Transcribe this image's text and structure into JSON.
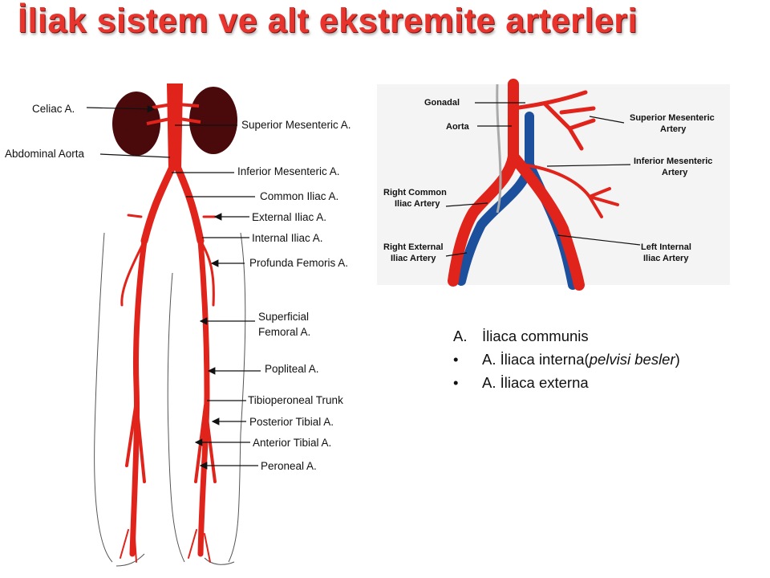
{
  "title": "İliak sistem ve alt ekstremite arterleri",
  "left_diagram": {
    "labels": {
      "celiac": "Celiac A.",
      "superior_mesenteric": "Superior Mesenteric A.",
      "abdominal_aorta": "Abdominal Aorta",
      "inferior_mesenteric": "Inferior Mesenteric A.",
      "common_iliac": "Common Iliac A.",
      "external_iliac": "External Iliac A.",
      "internal_iliac": "Internal Iliac A.",
      "profunda_femoris": "Profunda Femoris A.",
      "superficial_femoral_1": "Superficial",
      "superficial_femoral_2": "Femoral A.",
      "popliteal": "Popliteal A.",
      "tibioperoneal": "Tibioperoneal Trunk",
      "posterior_tibial": "Posterior Tibial A.",
      "anterior_tibial": "Anterior Tibial A.",
      "peroneal": "Peroneal A."
    }
  },
  "right_diagram": {
    "labels": {
      "gonadal": "Gonadal",
      "aorta": "Aorta",
      "superior_mesenteric_1": "Superior Mesenteric",
      "superior_mesenteric_2": "Artery",
      "inferior_mesenteric_1": "Inferior Mesenteric",
      "inferior_mesenteric_2": "Artery",
      "right_common_1": "Right Common",
      "right_common_2": "Iliac Artery",
      "right_external_1": "Right External",
      "right_external_2": "Iliac Artery",
      "left_internal_1": "Left Internal",
      "left_internal_2": "Iliac Artery"
    }
  },
  "list": [
    {
      "marker": "A.",
      "text": "İliaca communis"
    },
    {
      "marker": "•",
      "text": "A. İliaca interna(",
      "italic": "pelvisi besler",
      "tail": ")"
    },
    {
      "marker": "•",
      "text": "A. İliaca externa"
    }
  ],
  "colors": {
    "artery": "#e0231b",
    "vein": "#1c4f9c",
    "kidney": "#4a0a0c",
    "title": "#e8342c"
  }
}
